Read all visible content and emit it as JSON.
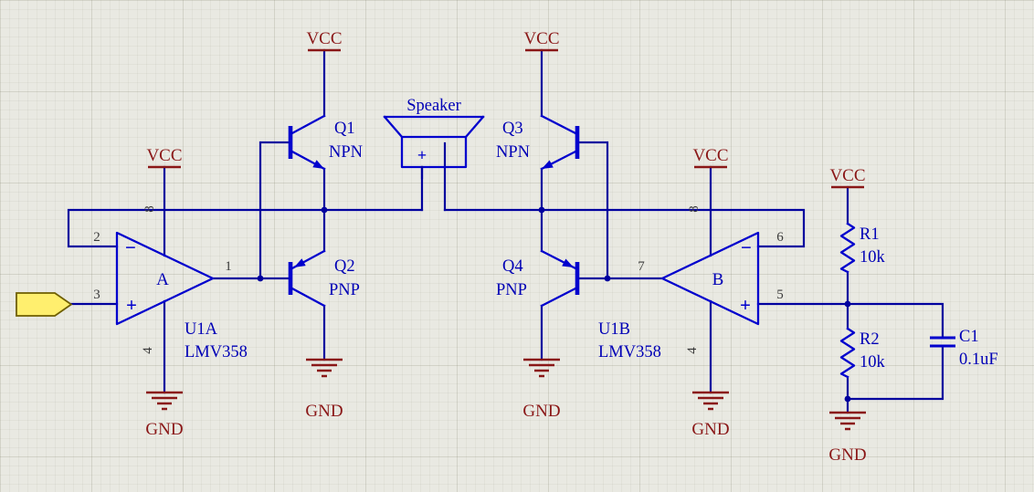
{
  "labels": {
    "vcc": "VCC",
    "gnd": "GND",
    "speaker": "Speaker",
    "speaker_plus": "+"
  },
  "components": {
    "u1a": {
      "ref": "U1A",
      "part": "LMV358",
      "gate": "A",
      "minus": "−",
      "plus": "+",
      "pins": {
        "inv": "2",
        "nin": "3",
        "out": "1",
        "vneg": "4",
        "vpos": "8"
      }
    },
    "u1b": {
      "ref": "U1B",
      "part": "LMV358",
      "gate": "B",
      "minus": "−",
      "plus": "+",
      "pins": {
        "inv": "6",
        "nin": "5",
        "out": "7",
        "vneg": "4",
        "vpos": "8"
      }
    },
    "q1": {
      "ref": "Q1",
      "type": "NPN"
    },
    "q2": {
      "ref": "Q2",
      "type": "PNP"
    },
    "q3": {
      "ref": "Q3",
      "type": "NPN"
    },
    "q4": {
      "ref": "Q4",
      "type": "PNP"
    },
    "r1": {
      "ref": "R1",
      "value": "10k"
    },
    "r2": {
      "ref": "R2",
      "value": "10k"
    },
    "c1": {
      "ref": "C1",
      "value": "0.1uF"
    }
  }
}
